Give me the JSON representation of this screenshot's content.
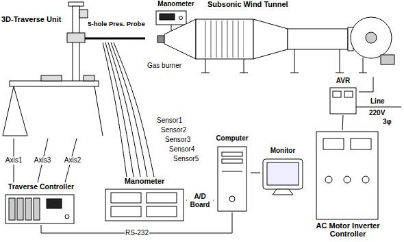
{
  "diagram": {
    "nodes": [
      {
        "text": [
          "3D-Traverse Unit"
        ]
      },
      {
        "text": [
          "5-hole Pres. Probe"
        ]
      },
      {
        "text": [
          "Manometer"
        ]
      },
      {
        "text": [
          "Subsonic Wind Tunnel"
        ]
      },
      {
        "text": [
          "Traverse Controller"
        ]
      },
      {
        "text": [
          "Manometer"
        ]
      },
      {
        "text": [
          "Computer"
        ]
      },
      {
        "text": [
          "Monitor"
        ]
      },
      {
        "text": [
          "AVR"
        ]
      },
      {
        "text": [
          "AC Motor Inverter Controller"
        ]
      }
    ],
    "edges": [
      {
        "from": 0,
        "to": 4,
        "label": "Axis1",
        "arrow": "none"
      },
      {
        "from": 0,
        "to": 4,
        "label": "Axis3",
        "arrow": "none"
      },
      {
        "from": 0,
        "to": 4,
        "label": "Axis2",
        "arrow": "none"
      },
      {
        "from": 1,
        "to": 5,
        "label": "Sensor1",
        "arrow": "none"
      },
      {
        "from": 1,
        "to": 5,
        "label": "Sensor2",
        "arrow": "none"
      },
      {
        "from": 1,
        "to": 5,
        "label": "Sensor3",
        "arrow": "none"
      },
      {
        "from": 1,
        "to": 5,
        "label": "Sensor4",
        "arrow": "none"
      },
      {
        "from": 1,
        "to": 5,
        "label": "Sensor5",
        "arrow": "none"
      },
      {
        "from": 5,
        "to": 6,
        "label": "A/D Board",
        "arrow": "none"
      },
      {
        "from": 6,
        "to": 7,
        "arrow": "none"
      },
      {
        "from": 4,
        "to": 6,
        "label": "RS-232",
        "arrow": "none"
      },
      {
        "from": 3,
        "to": 8,
        "arrow": "none"
      },
      {
        "from": 8,
        "to": 9,
        "arrow": "none"
      }
    ],
    "labels": [
      "Gas burner",
      "Line",
      "220V",
      "3φ"
    ]
  }
}
